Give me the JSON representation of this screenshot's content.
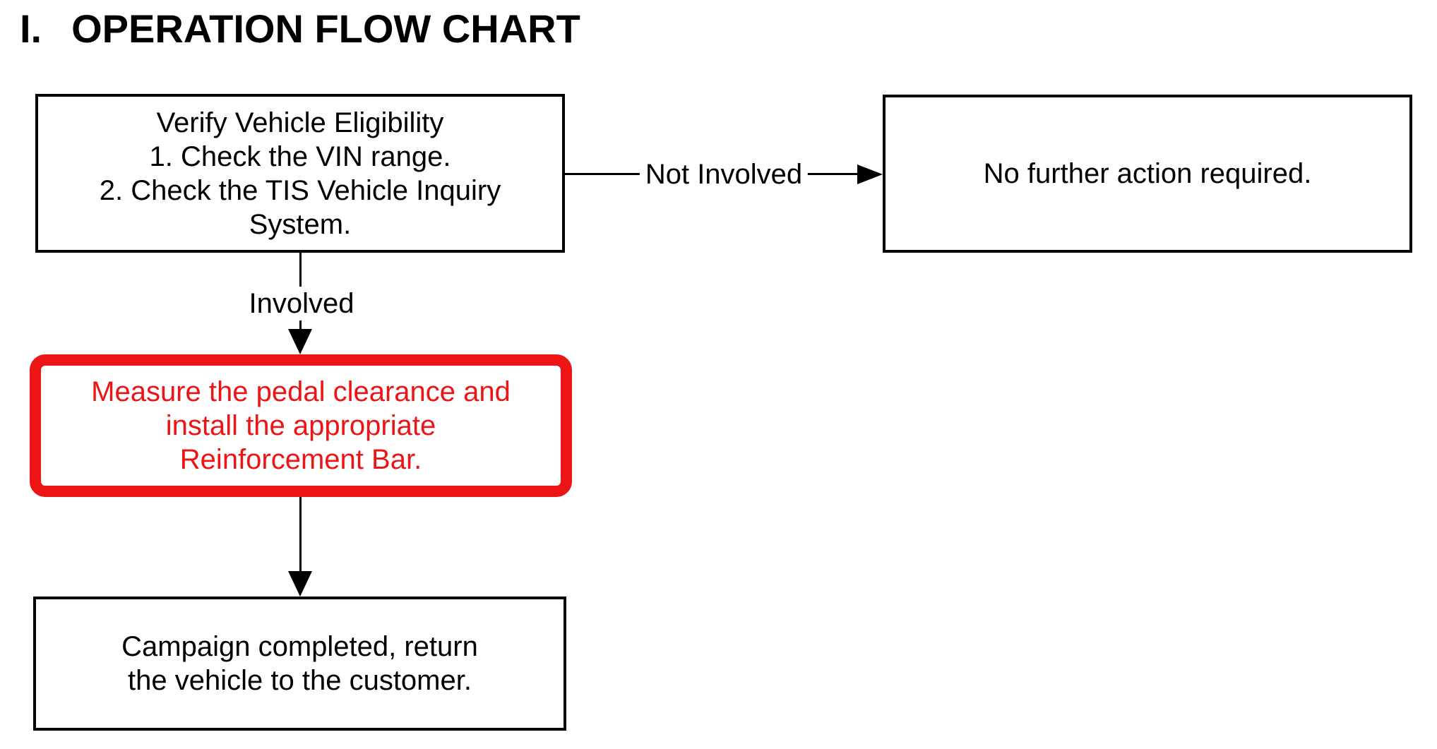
{
  "title": {
    "numeral": "I.",
    "text": "OPERATION FLOW CHART"
  },
  "colors": {
    "ink": "#000000",
    "highlight": "#ec1414",
    "background": "#ffffff"
  },
  "nodes": {
    "verify": {
      "lines": [
        "Verify Vehicle Eligibility",
        "1. Check the VIN range.",
        "2. Check the TIS Vehicle Inquiry",
        "System."
      ]
    },
    "no_action": {
      "text": "No further action required."
    },
    "measure": {
      "lines": [
        "Measure the pedal clearance and",
        "install the appropriate",
        "Reinforcement Bar."
      ]
    },
    "campaign": {
      "lines": [
        "Campaign completed, return",
        "the vehicle to the customer."
      ]
    }
  },
  "connectors": {
    "not_involved": {
      "label": "Not Involved"
    },
    "involved": {
      "label": "Involved"
    }
  }
}
